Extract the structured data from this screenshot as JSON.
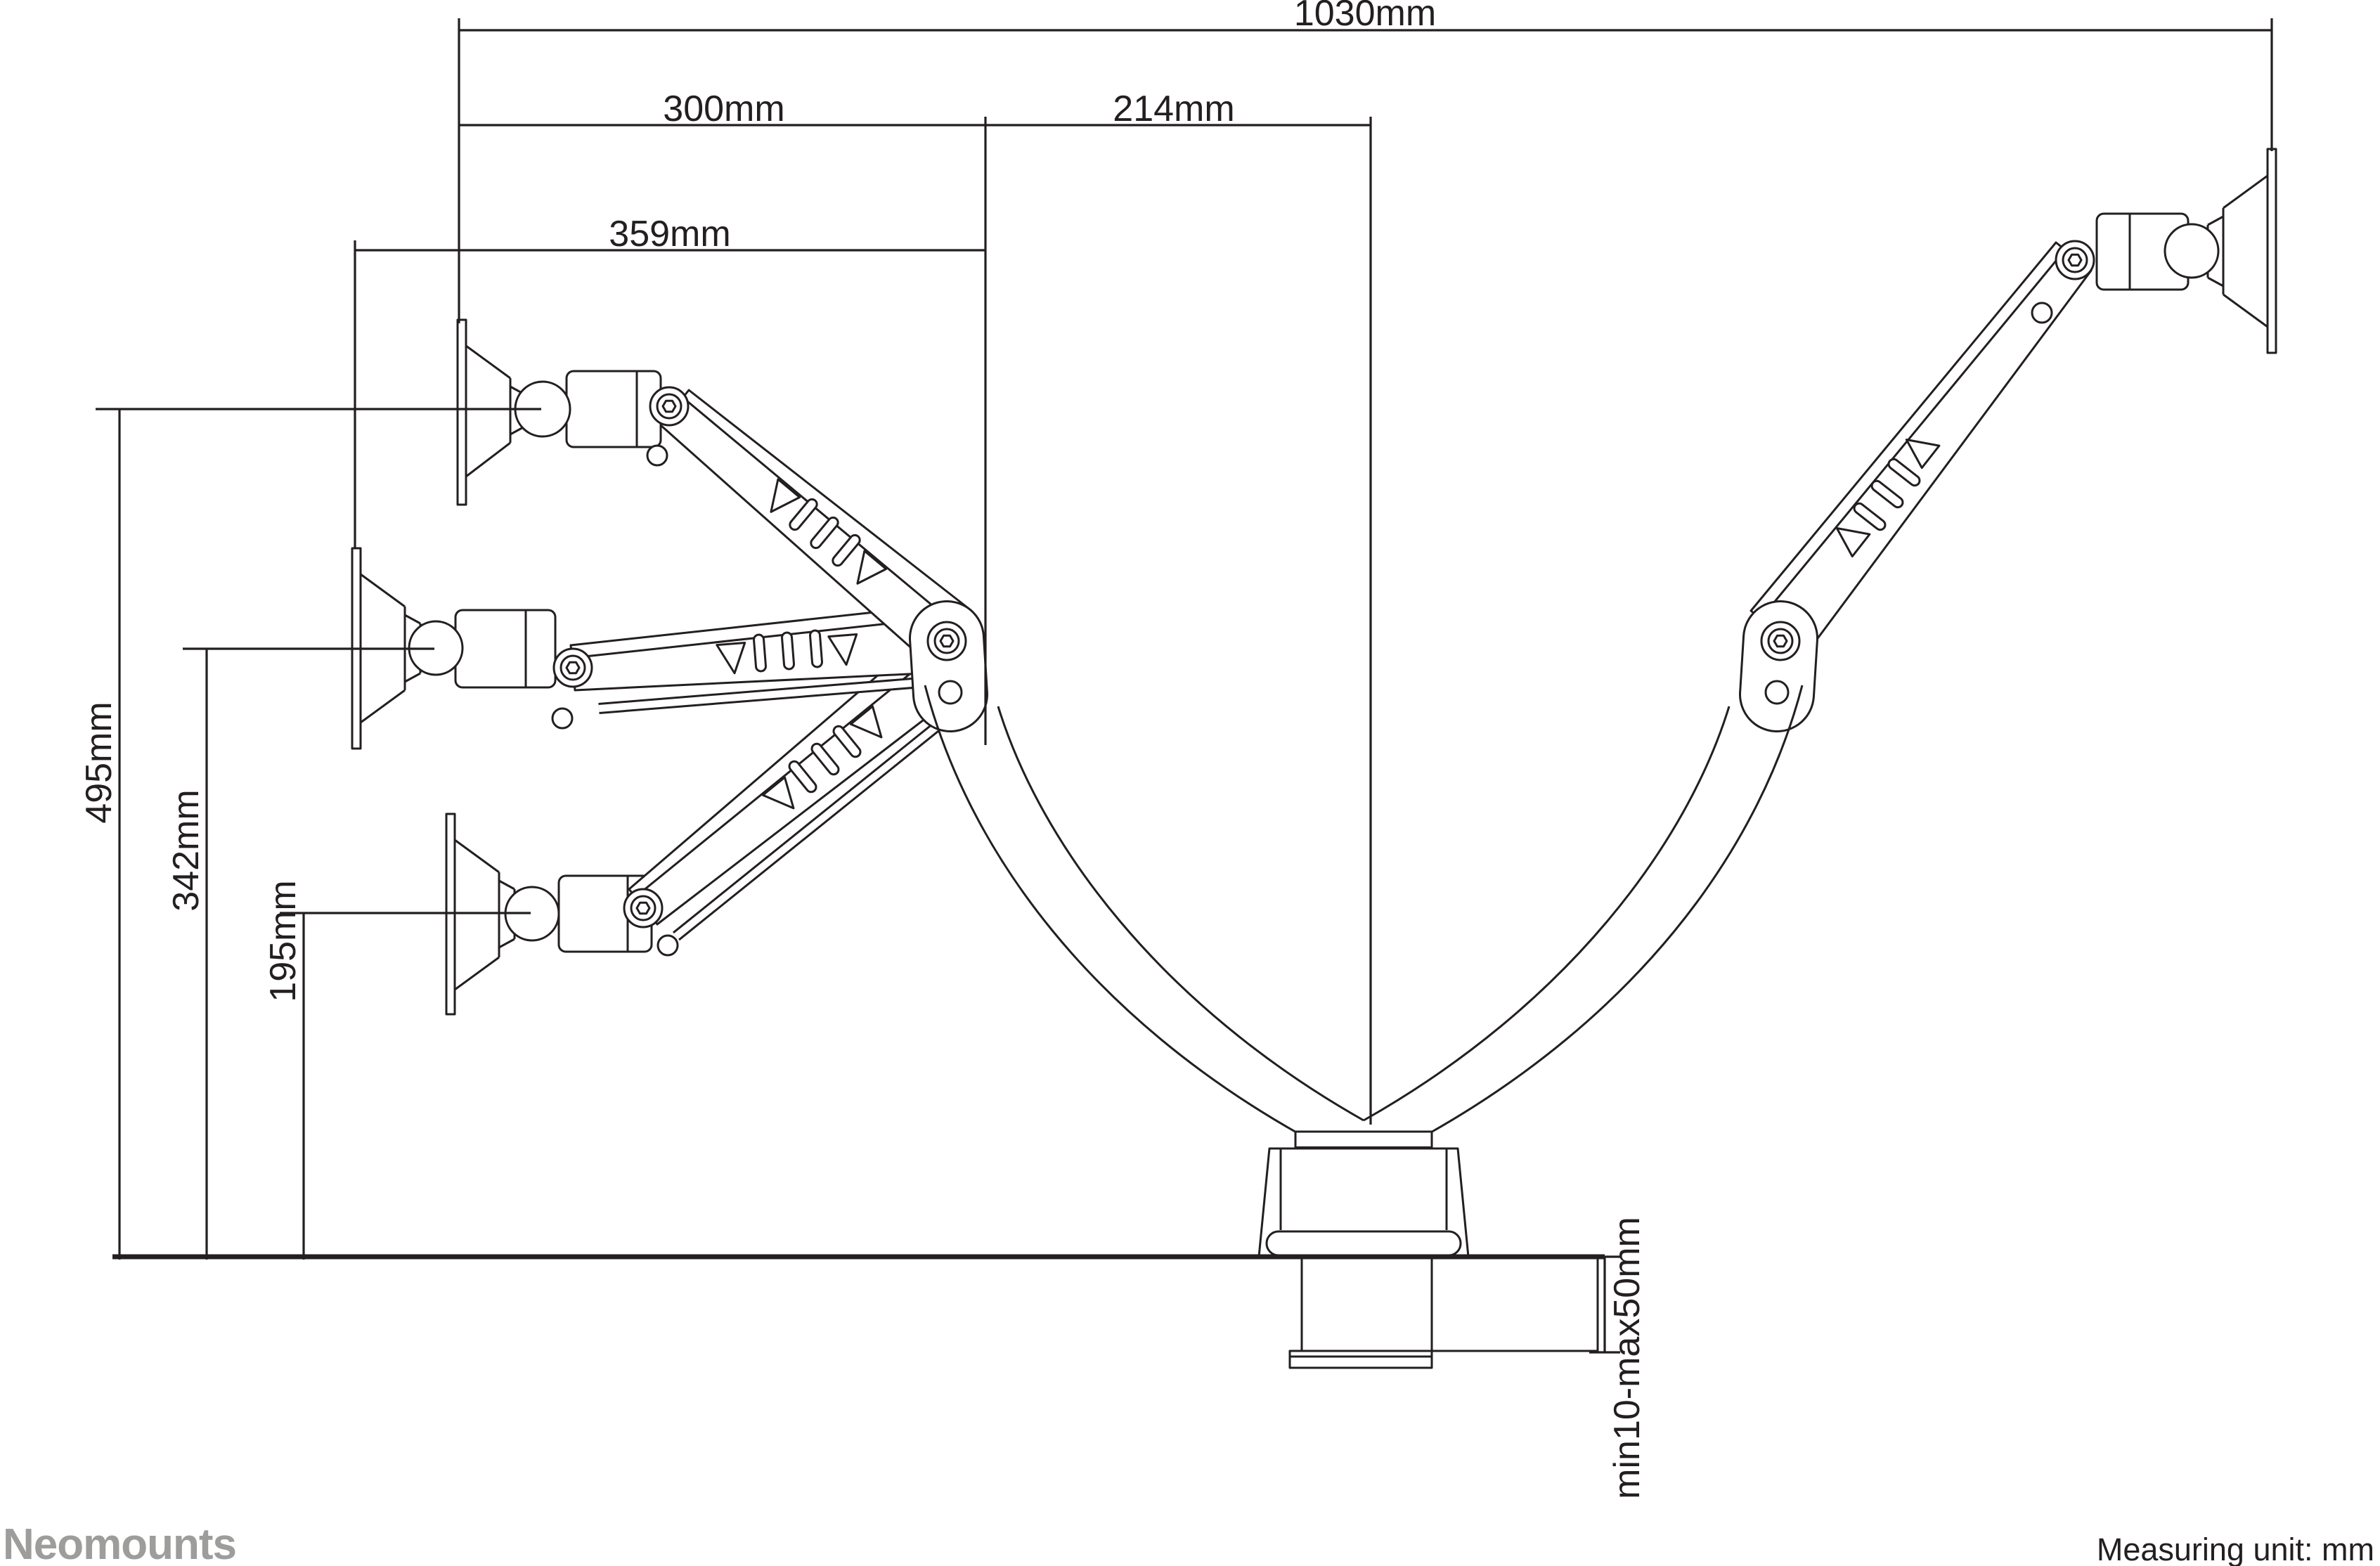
{
  "drawing": {
    "line_color": "#231f20",
    "background_color": "#ffffff"
  },
  "dimensions": {
    "overall_width": "1030mm",
    "pivot_offset": "300mm",
    "center_offset": "214mm",
    "mid_position_reach": "359mm",
    "high_position_height": "495mm",
    "mid_position_height": "342mm",
    "low_position_height": "195mm",
    "desk_thickness_range": "min10-max50mm"
  },
  "branding": {
    "logo_text": "Neomounts",
    "logo_color": "#9d9d9c"
  },
  "footer": {
    "note": "Measuring unit: mm"
  }
}
